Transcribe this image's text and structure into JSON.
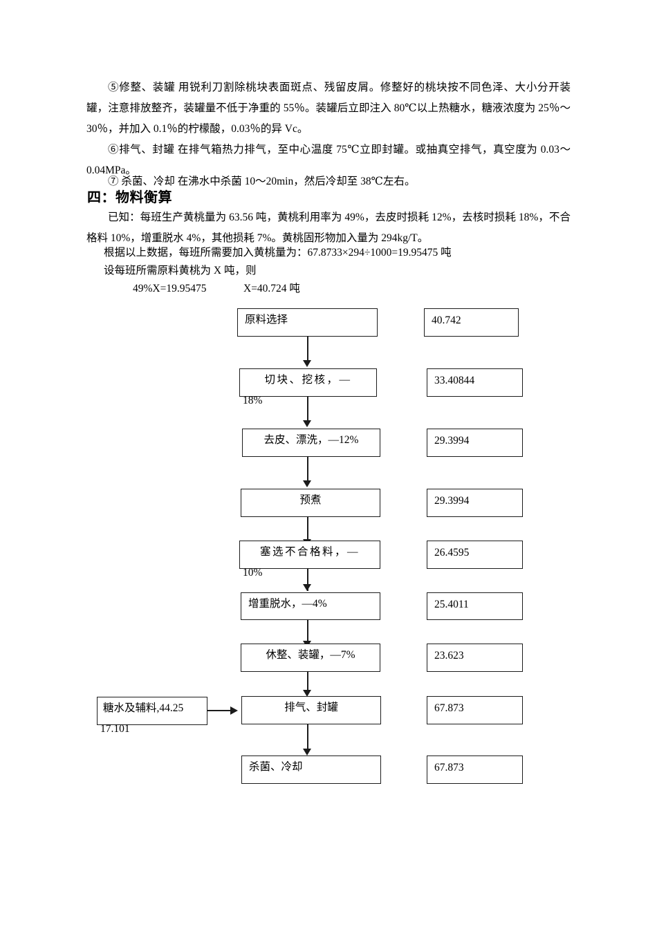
{
  "document": {
    "paragraphs": [
      "⑤修整、装罐 用锐利刀割除桃块表面斑点、残留皮屑。修整好的桃块按不同色泽、大小分开装罐，注意排放整齐，装罐量不低于净重的 55％。装罐后立即注入 80℃以上热糖水，糖液浓度为 25％～30％，并加入 0.1％的柠檬酸，0.03％的异 Vc。",
      "⑥排气、封罐 在排气箱热力排气，至中心温度 75℃立即封罐。或抽真空排气，真空度为 0.03～0.04MPa。",
      "⑦ 杀菌、冷却 在沸水中杀菌 10～20min，然后冷却至 38℃左右。"
    ],
    "section_heading": "四：物料衡算",
    "given_paragraph": "已知：每班生产黄桃量为 63.56 吨，黄桃利用率为 49%，去皮时损耗 12%，去核时损耗 18%，不合格料 10%，增重脱水 4%，其他损耗 7%。黄桃固形物加入量为 294kg/T。",
    "calc_line_1": "根据以上数据，每班所需要加入黄桃量为：67.8733×294÷1000=19.95475 吨",
    "calc_line_2": "设每班所需原料黄桃为 X 吨，则",
    "calc_line_3_left": "49%X=19.95475",
    "calc_line_3_right": "X=40.724 吨"
  },
  "flowchart": {
    "steps": [
      {
        "label": "原料选择",
        "value": "40.742"
      },
      {
        "label": "切块、挖核，—18%",
        "value": "33.40844"
      },
      {
        "label": "去皮、漂洗，—12%",
        "value": "29.3994"
      },
      {
        "label": "预煮",
        "value": "29.3994"
      },
      {
        "label": "塞选不合格料，—10%",
        "value": "26.4595"
      },
      {
        "label": "增重脱水，—4%",
        "value": "25.4011"
      },
      {
        "label": "休整、装罐，—7%",
        "value": "23.623"
      },
      {
        "label": "排气、封罐",
        "value": "67.873"
      },
      {
        "label": "杀菌、冷却",
        "value": "67.873"
      }
    ],
    "side_input": "糖水及辅料,44.25 17.101",
    "overflow_labels": {
      "step2_head": "切块、挖核，—",
      "step2_tail": "18%",
      "step5_head": "塞选不合格料，—",
      "step5_tail": "10%",
      "side_head": "糖水及辅料,44.25",
      "side_tail": "17.101"
    }
  },
  "colors": {
    "ink": "#1b1b1b",
    "paper": "#ffffff"
  }
}
